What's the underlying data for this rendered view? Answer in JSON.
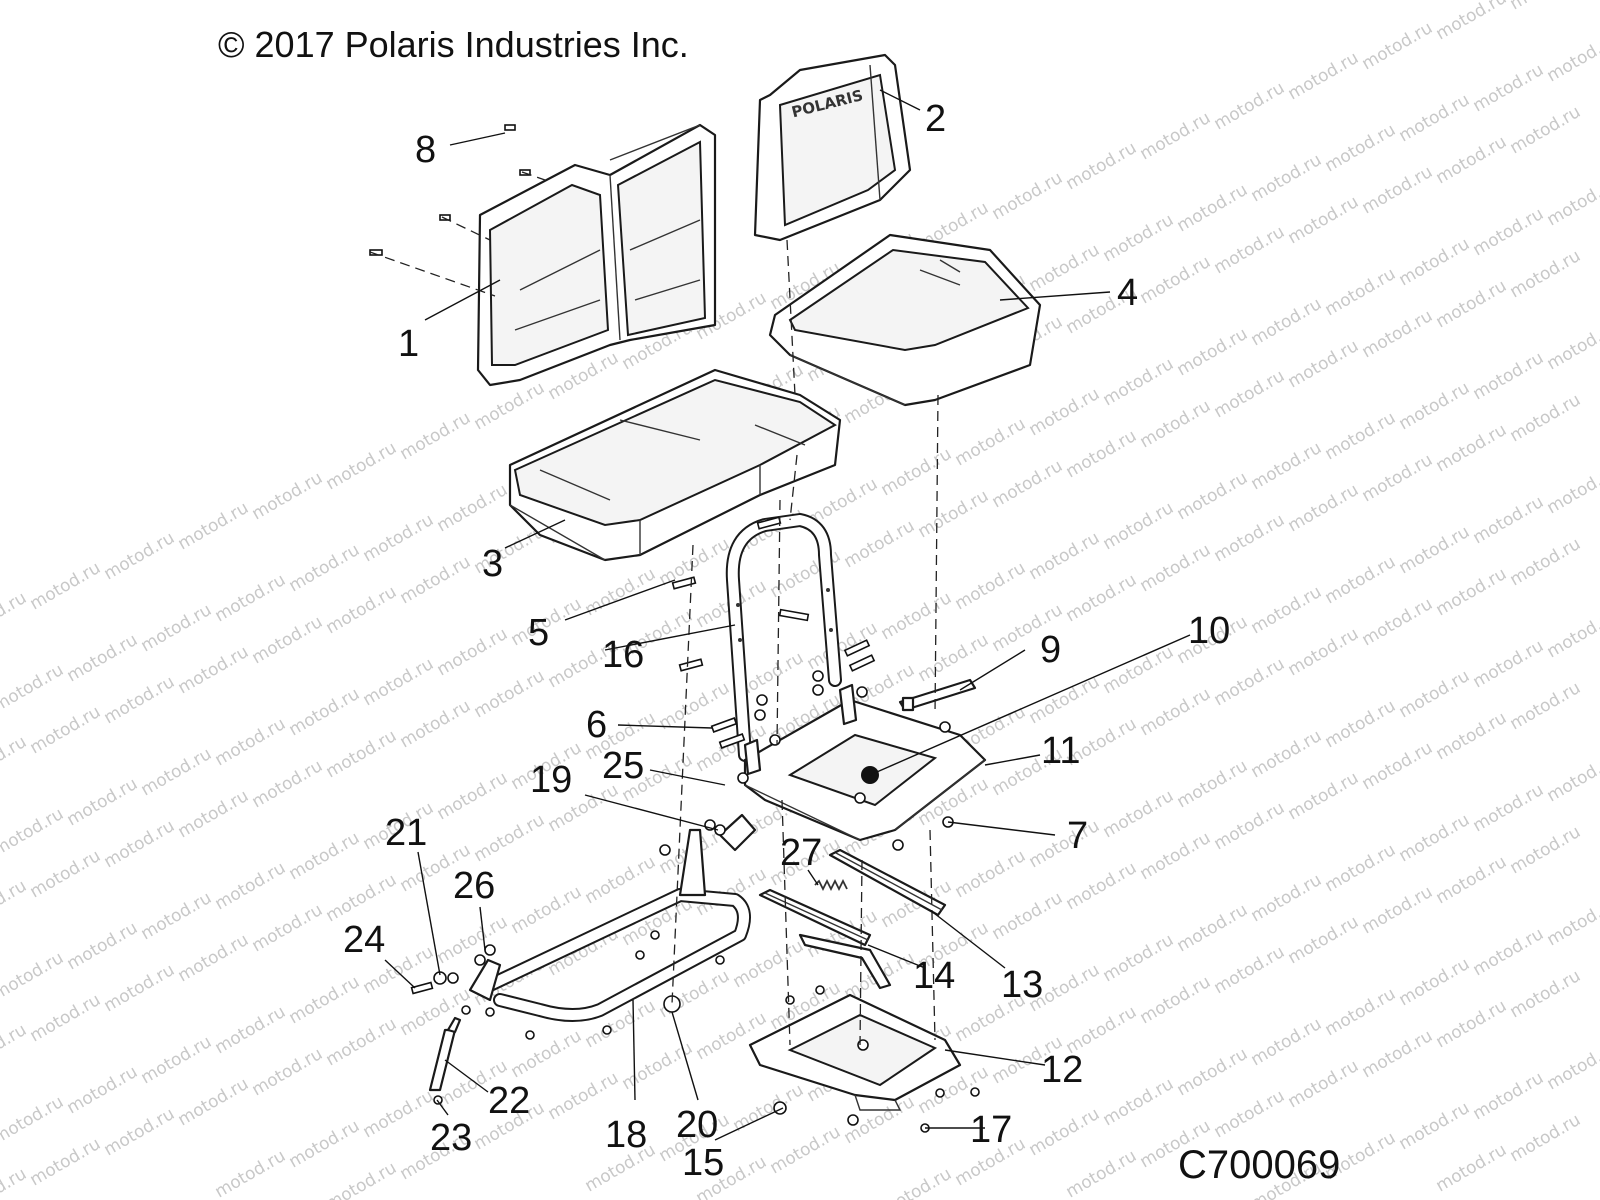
{
  "copyright": "© 2017 Polaris Industries Inc.",
  "drawing_code": "C700069",
  "watermark_text": "motod.ru",
  "backrest_logo": "POLARIS",
  "callouts": [
    {
      "id": "1",
      "label": "1"
    },
    {
      "id": "2",
      "label": "2"
    },
    {
      "id": "3",
      "label": "3"
    },
    {
      "id": "4",
      "label": "4"
    },
    {
      "id": "5",
      "label": "5"
    },
    {
      "id": "6",
      "label": "6"
    },
    {
      "id": "7",
      "label": "7"
    },
    {
      "id": "8",
      "label": "8"
    },
    {
      "id": "9",
      "label": "9"
    },
    {
      "id": "10",
      "label": "10"
    },
    {
      "id": "11",
      "label": "11"
    },
    {
      "id": "12",
      "label": "12"
    },
    {
      "id": "13",
      "label": "13"
    },
    {
      "id": "14",
      "label": "14"
    },
    {
      "id": "15",
      "label": "15"
    },
    {
      "id": "16",
      "label": "16"
    },
    {
      "id": "17",
      "label": "17"
    },
    {
      "id": "18",
      "label": "18"
    },
    {
      "id": "19",
      "label": "19"
    },
    {
      "id": "20",
      "label": "20"
    },
    {
      "id": "21",
      "label": "21"
    },
    {
      "id": "22",
      "label": "22"
    },
    {
      "id": "23",
      "label": "23"
    },
    {
      "id": "24",
      "label": "24"
    },
    {
      "id": "25",
      "label": "25"
    },
    {
      "id": "26",
      "label": "26"
    },
    {
      "id": "27",
      "label": "27"
    }
  ]
}
